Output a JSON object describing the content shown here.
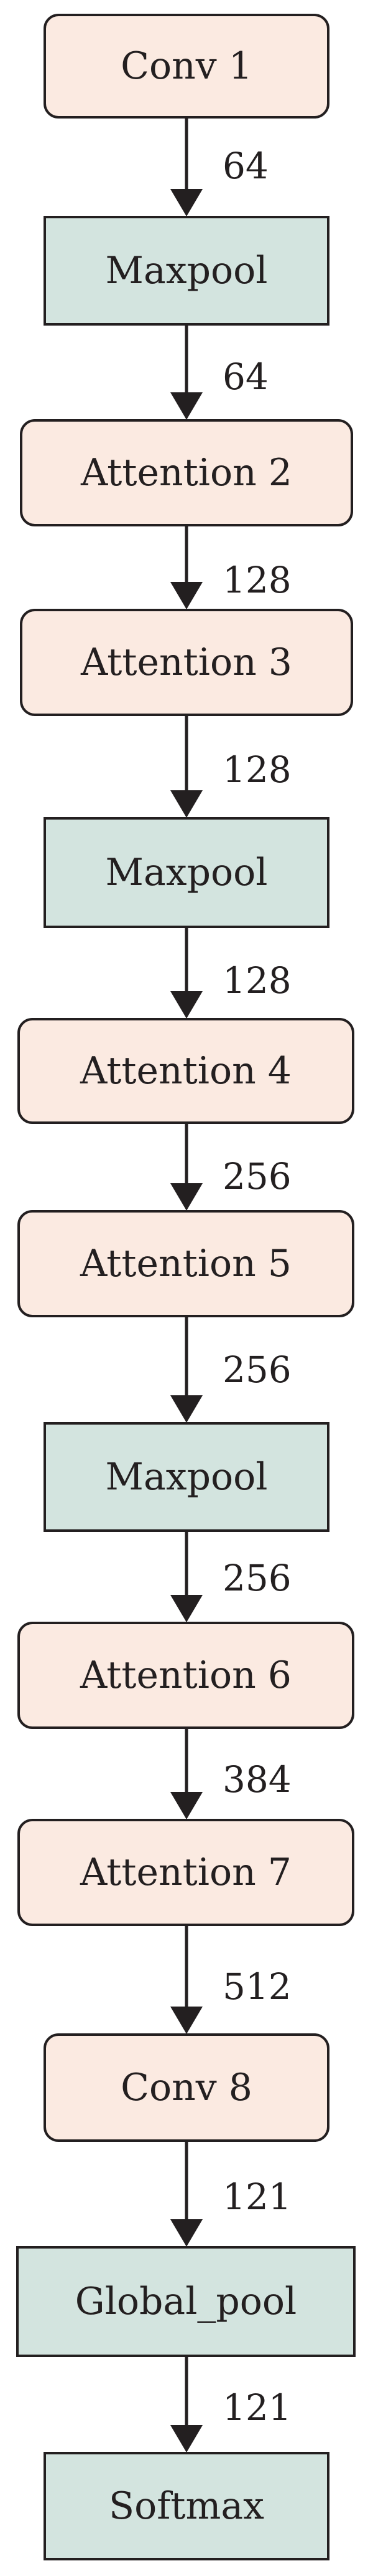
{
  "colors": {
    "layer_fill": "#fbeae1",
    "pool_fill": "#d3e4df",
    "stroke": "#231f20",
    "text": "#231f20"
  },
  "blocks": [
    {
      "label": "Conv 1",
      "kind": "layer"
    },
    {
      "label": "Maxpool",
      "kind": "pool"
    },
    {
      "label": "Attention 2",
      "kind": "layer"
    },
    {
      "label": "Attention 3",
      "kind": "layer"
    },
    {
      "label": "Maxpool",
      "kind": "pool"
    },
    {
      "label": "Attention 4",
      "kind": "layer"
    },
    {
      "label": "Attention 5",
      "kind": "layer"
    },
    {
      "label": "Maxpool",
      "kind": "pool"
    },
    {
      "label": "Attention 6",
      "kind": "layer"
    },
    {
      "label": "Attention 7",
      "kind": "layer"
    },
    {
      "label": "Conv 8",
      "kind": "layer"
    },
    {
      "label": "Global_pool",
      "kind": "pool"
    },
    {
      "label": "Softmax",
      "kind": "pool"
    }
  ],
  "edges": [
    {
      "label": "64"
    },
    {
      "label": "64"
    },
    {
      "label": "128"
    },
    {
      "label": "128"
    },
    {
      "label": "128"
    },
    {
      "label": "256"
    },
    {
      "label": "256"
    },
    {
      "label": "256"
    },
    {
      "label": "384"
    },
    {
      "label": "512"
    },
    {
      "label": "121"
    },
    {
      "label": "121"
    }
  ]
}
